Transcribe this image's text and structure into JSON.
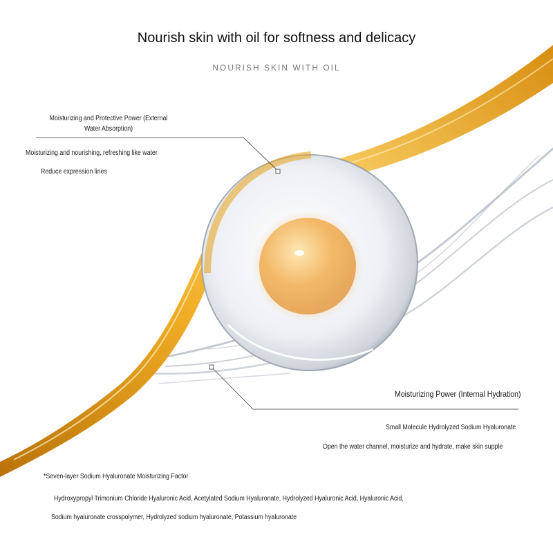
{
  "header": {
    "title": "Nourish skin with oil for softness and delicacy",
    "subtitle": "NOURISH SKIN WITH OIL"
  },
  "callouts": {
    "external": {
      "heading": "Moisturizing and Protective Power (External Water Absorption)",
      "line1": "Moisturizing and nourishing, refreshing like water",
      "line2": "Reduce expression lines"
    },
    "internal": {
      "heading": "Moisturizing Power (Internal Hydration)",
      "line1": "Small Molecule Hydrolyzed Sodium Hyaluronate",
      "line2": "Open the water channel, moisturize and hydrate, make skin supple"
    }
  },
  "ingredients": {
    "note": "*Seven-layer Sodium Hyaluronate Moisturizing Factor",
    "line1": "Hydroxypropyl Trimonium Chloride Hyaluronic Acid, Acetylated Sodium Hyaluronate, Hydrolyzed Hyaluronic Acid, Hyaluronic Acid,",
    "line2": "Sodium hyaluronate crosspolymer, Hydrolyzed sodium hyaluronate, Potassium hyaluronate"
  },
  "colors": {
    "oil_gold": "#e8a21a",
    "oil_dark": "#c97c06",
    "oil_light": "#fbd36a",
    "pearl": "#f2b15a",
    "leader_line": "#333333"
  }
}
